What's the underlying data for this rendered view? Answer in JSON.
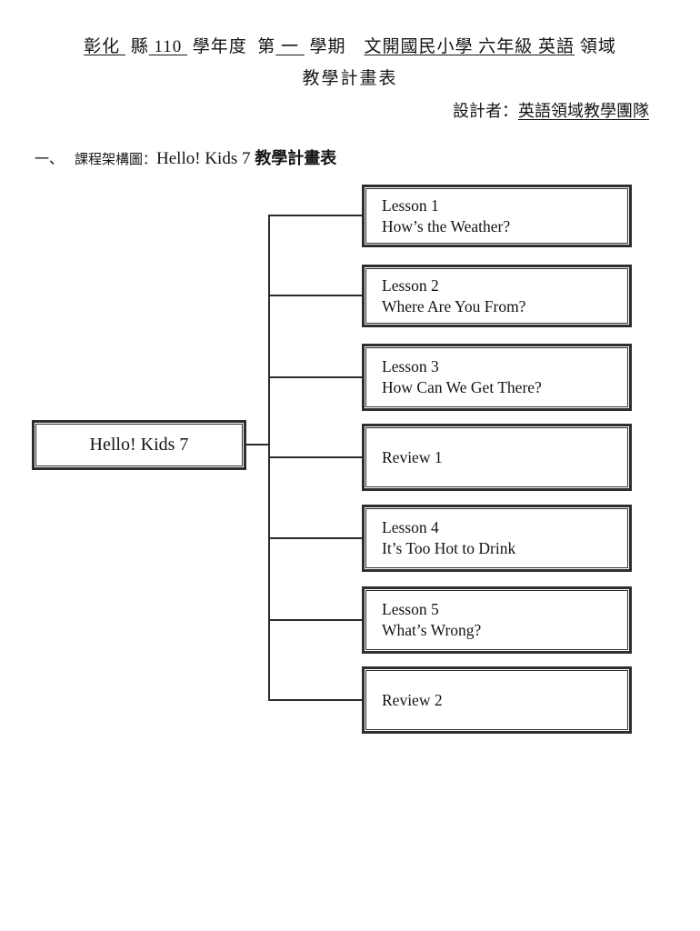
{
  "page": {
    "title1": [
      {
        "text": "彰化 "
      },
      {
        "text": " 縣"
      },
      {
        "text": " 110 "
      },
      {
        "text": " 學年度  第"
      },
      {
        "text": " 一 "
      },
      {
        "text": " 學期　"
      },
      {
        "text": "文開國民小學 六年級 英語"
      },
      {
        "text": " 領域"
      }
    ],
    "title2": "教學計畫表",
    "designer": {
      "label": "設計者：",
      "value": "英語領域教學團隊"
    },
    "heading": {
      "num": "一、",
      "label": "課程架構圖：",
      "book": "Hello! Kids 7 ",
      "suffix": "教學計畫表"
    }
  },
  "diagram": {
    "root": "Hello! Kids 7",
    "nodes": [
      {
        "line1": "Lesson 1",
        "line2": "How’s the Weather?"
      },
      {
        "line1": "Lesson 2",
        "line2": "Where Are You From?"
      },
      {
        "line1": "Lesson 3",
        "line2": "How Can We Get There?"
      },
      {
        "line1": "Review 1",
        "line2": ""
      },
      {
        "line1": "Lesson 4",
        "line2": "It’s Too Hot to Drink"
      },
      {
        "line1": "Lesson 5",
        "line2": "What’s Wrong?"
      },
      {
        "line1": "Review 2",
        "line2": ""
      }
    ]
  },
  "colors": {
    "line": "#2b2b2b",
    "border": "#2e2e2e"
  }
}
